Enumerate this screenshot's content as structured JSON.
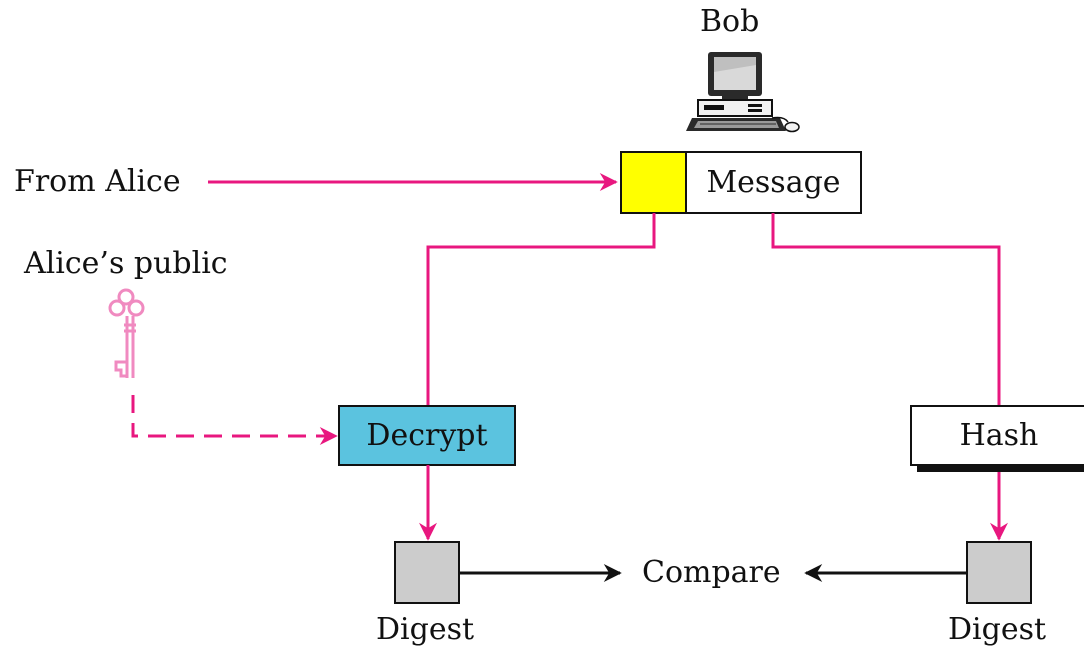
{
  "labels": {
    "bob": "Bob",
    "from_alice": "From Alice",
    "alices_public": "Alice’s public",
    "message": "Message",
    "decrypt": "Decrypt",
    "hash": "Hash",
    "compare": "Compare",
    "digest_left": "Digest",
    "digest_right": "Digest"
  },
  "icons": {
    "computer": "desktop-computer-icon",
    "key": "key-icon"
  },
  "colors": {
    "flow_line": "#e8177f",
    "signature_block": "#ffff00",
    "decrypt_box": "#5bc3df",
    "digest_box": "#cccccc",
    "key": "#f08ac0",
    "compare_arrow": "#111111"
  }
}
